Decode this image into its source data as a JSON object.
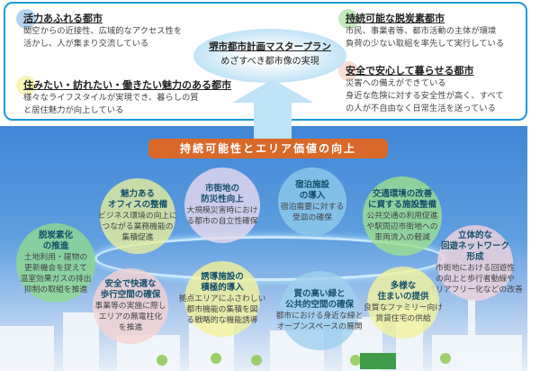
{
  "goals": [
    {
      "title": "活力あふれる都市",
      "lines": [
        "関空からの近接性、広域的なアクセス性を",
        "活かし、人が集まり交流している"
      ],
      "color": "#7fb8e6"
    },
    {
      "title": "住みたい・訪れたい・働きたい魅力のある都市",
      "lines": [
        "様々なライフスタイルが実現でき、暮らしの質",
        "と居住魅力が向上している"
      ],
      "color": "#f2ee8a"
    },
    {
      "title": "持続可能な脱炭素都市",
      "lines": [
        "市民、事業者等、都市活動の主体が環境",
        "負荷の少ない取組を率先して実行している"
      ],
      "color": "#9bd88f"
    },
    {
      "title": "安全で安心して暮らせる都市",
      "lines": [
        "災害への備えができている",
        "身近な危険に対する安全性が高く、すべて",
        "の人が不自由なく日常生活を送っている"
      ],
      "color": "#f5c4b8"
    }
  ],
  "center": {
    "title": "堺市都市計画マスタープラン",
    "subtitle": "めざすべき都市像の実現"
  },
  "banner": "持続可能性とエリア価値の向上",
  "measures": [
    {
      "title": [
        "魅力ある",
        "オフィスの整備"
      ],
      "lines": [
        "ビジネス環境の向上に",
        "つながる業務機能の",
        "集積促進"
      ],
      "color": "#e6ee9c"
    },
    {
      "title": [
        "市街地の",
        "防災性向上"
      ],
      "lines": [
        "大規模災害時におけ",
        "る都市の自立性確保"
      ],
      "color": "#e9d9ee"
    },
    {
      "title": [
        "宿泊施設",
        "の導入"
      ],
      "lines": [
        "宿泊需要に対する",
        "受皿の確保"
      ],
      "color": "#8ec9ea"
    },
    {
      "title": [
        "交通環境の改善",
        "に資する施設整備"
      ],
      "lines": [
        "公共交通の利用促進",
        "や駅周辺市街地への",
        "車両流入の軽減"
      ],
      "color": "#9ee08c"
    },
    {
      "title": [
        "立体的な",
        "回遊ネットワーク",
        "形成"
      ],
      "lines": [
        "市街地における回遊性",
        "の向上と歩行者動線や",
        "バリアフリー化などの改善"
      ],
      "color": "#f3d3dc"
    },
    {
      "title": [
        "脱炭素化",
        "の推進"
      ],
      "lines": [
        "土地利用・建物の",
        "更新機会を捉えて",
        "温室効果ガスの排出",
        "抑制の取組を推進"
      ],
      "color": "#8fd98f"
    },
    {
      "title": [
        "安全で快適な",
        "歩行空間の確保"
      ],
      "lines": [
        "事業等の実施に際し",
        "エリアの無電柱化",
        "を推進"
      ],
      "color": "#f6d2d2"
    },
    {
      "title": [
        "誘導施設の",
        "積極的導入"
      ],
      "lines": [
        "拠点エリアにふさわしい",
        "都市機能の集積を図",
        "る戦略的な機能誘導"
      ],
      "color": "#f4f29a"
    },
    {
      "title": [
        "質の高い緑と",
        "公共的空間の確保"
      ],
      "lines": [
        "都市における身近な緑と",
        "オープンスペースの展開"
      ],
      "color": "#9fd0ee"
    },
    {
      "title": [
        "多様な",
        "住まいの提供"
      ],
      "lines": [
        "良質なファミリー向け",
        "賃貸住宅の供給"
      ],
      "color": "#f3f29c"
    }
  ]
}
